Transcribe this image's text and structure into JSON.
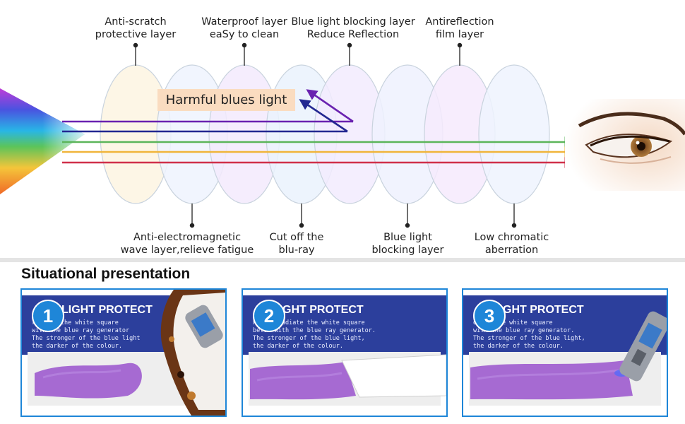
{
  "diagram": {
    "top_callouts": [
      {
        "lines": [
          "Anti-scratch",
          "protective layer"
        ]
      },
      {
        "lines": [
          "Waterproof layer",
          "eaSy to clean"
        ]
      },
      {
        "lines": [
          "Blue light blocking layer",
          "Reduce Reflection"
        ]
      },
      {
        "lines": [
          "Antireflection",
          "film layer"
        ]
      }
    ],
    "bottom_callouts": [
      {
        "lines": [
          "Anti-electromagnetic",
          "wave layer,relieve fatigue"
        ]
      },
      {
        "lines": [
          "Cut off the",
          "blu-ray"
        ]
      },
      {
        "lines": [
          "Blue light",
          "blocking layer"
        ]
      },
      {
        "lines": [
          "Low chromatic",
          "aberration"
        ]
      }
    ],
    "harmful_label": "Harmful blues light",
    "colors": {
      "lens_layers": [
        "#fdf4e2",
        "#eef3fe",
        "#f3eafd",
        "#eaf2fd",
        "#f2ebfe",
        "#eef1fe",
        "#f6eafd",
        "#eef3fe"
      ],
      "rays": [
        "#6a22b0",
        "#232891",
        "#5cb55a",
        "#f0b53b",
        "#d0304a"
      ],
      "label_bg": "#fadcc0",
      "accent": "#1e86d8",
      "banner": "#2c3f9c",
      "stain": "#8d3ec8"
    }
  },
  "situational": {
    "title": "Situational presentation",
    "panels": [
      {
        "number": "1",
        "banner_title": "LIGHT PROTECT",
        "banner_lines": [
          "radiate the white square",
          "with the blue ray generator",
          "The stronger of the blue light",
          "the darker of the colour."
        ]
      },
      {
        "number": "2",
        "banner_title": "GHT PROTECT",
        "banner_lines": [
          "Please radiate the white square",
          "below with the blue ray generator.",
          "The stronger of the blue light,",
          "the darker of the colour."
        ]
      },
      {
        "number": "3",
        "banner_title": "GHT PROTECT",
        "banner_lines": [
          "diate the white square",
          "with the blue ray generator.",
          "The stronger of the blue light,",
          "the darker of the colour."
        ]
      }
    ]
  }
}
